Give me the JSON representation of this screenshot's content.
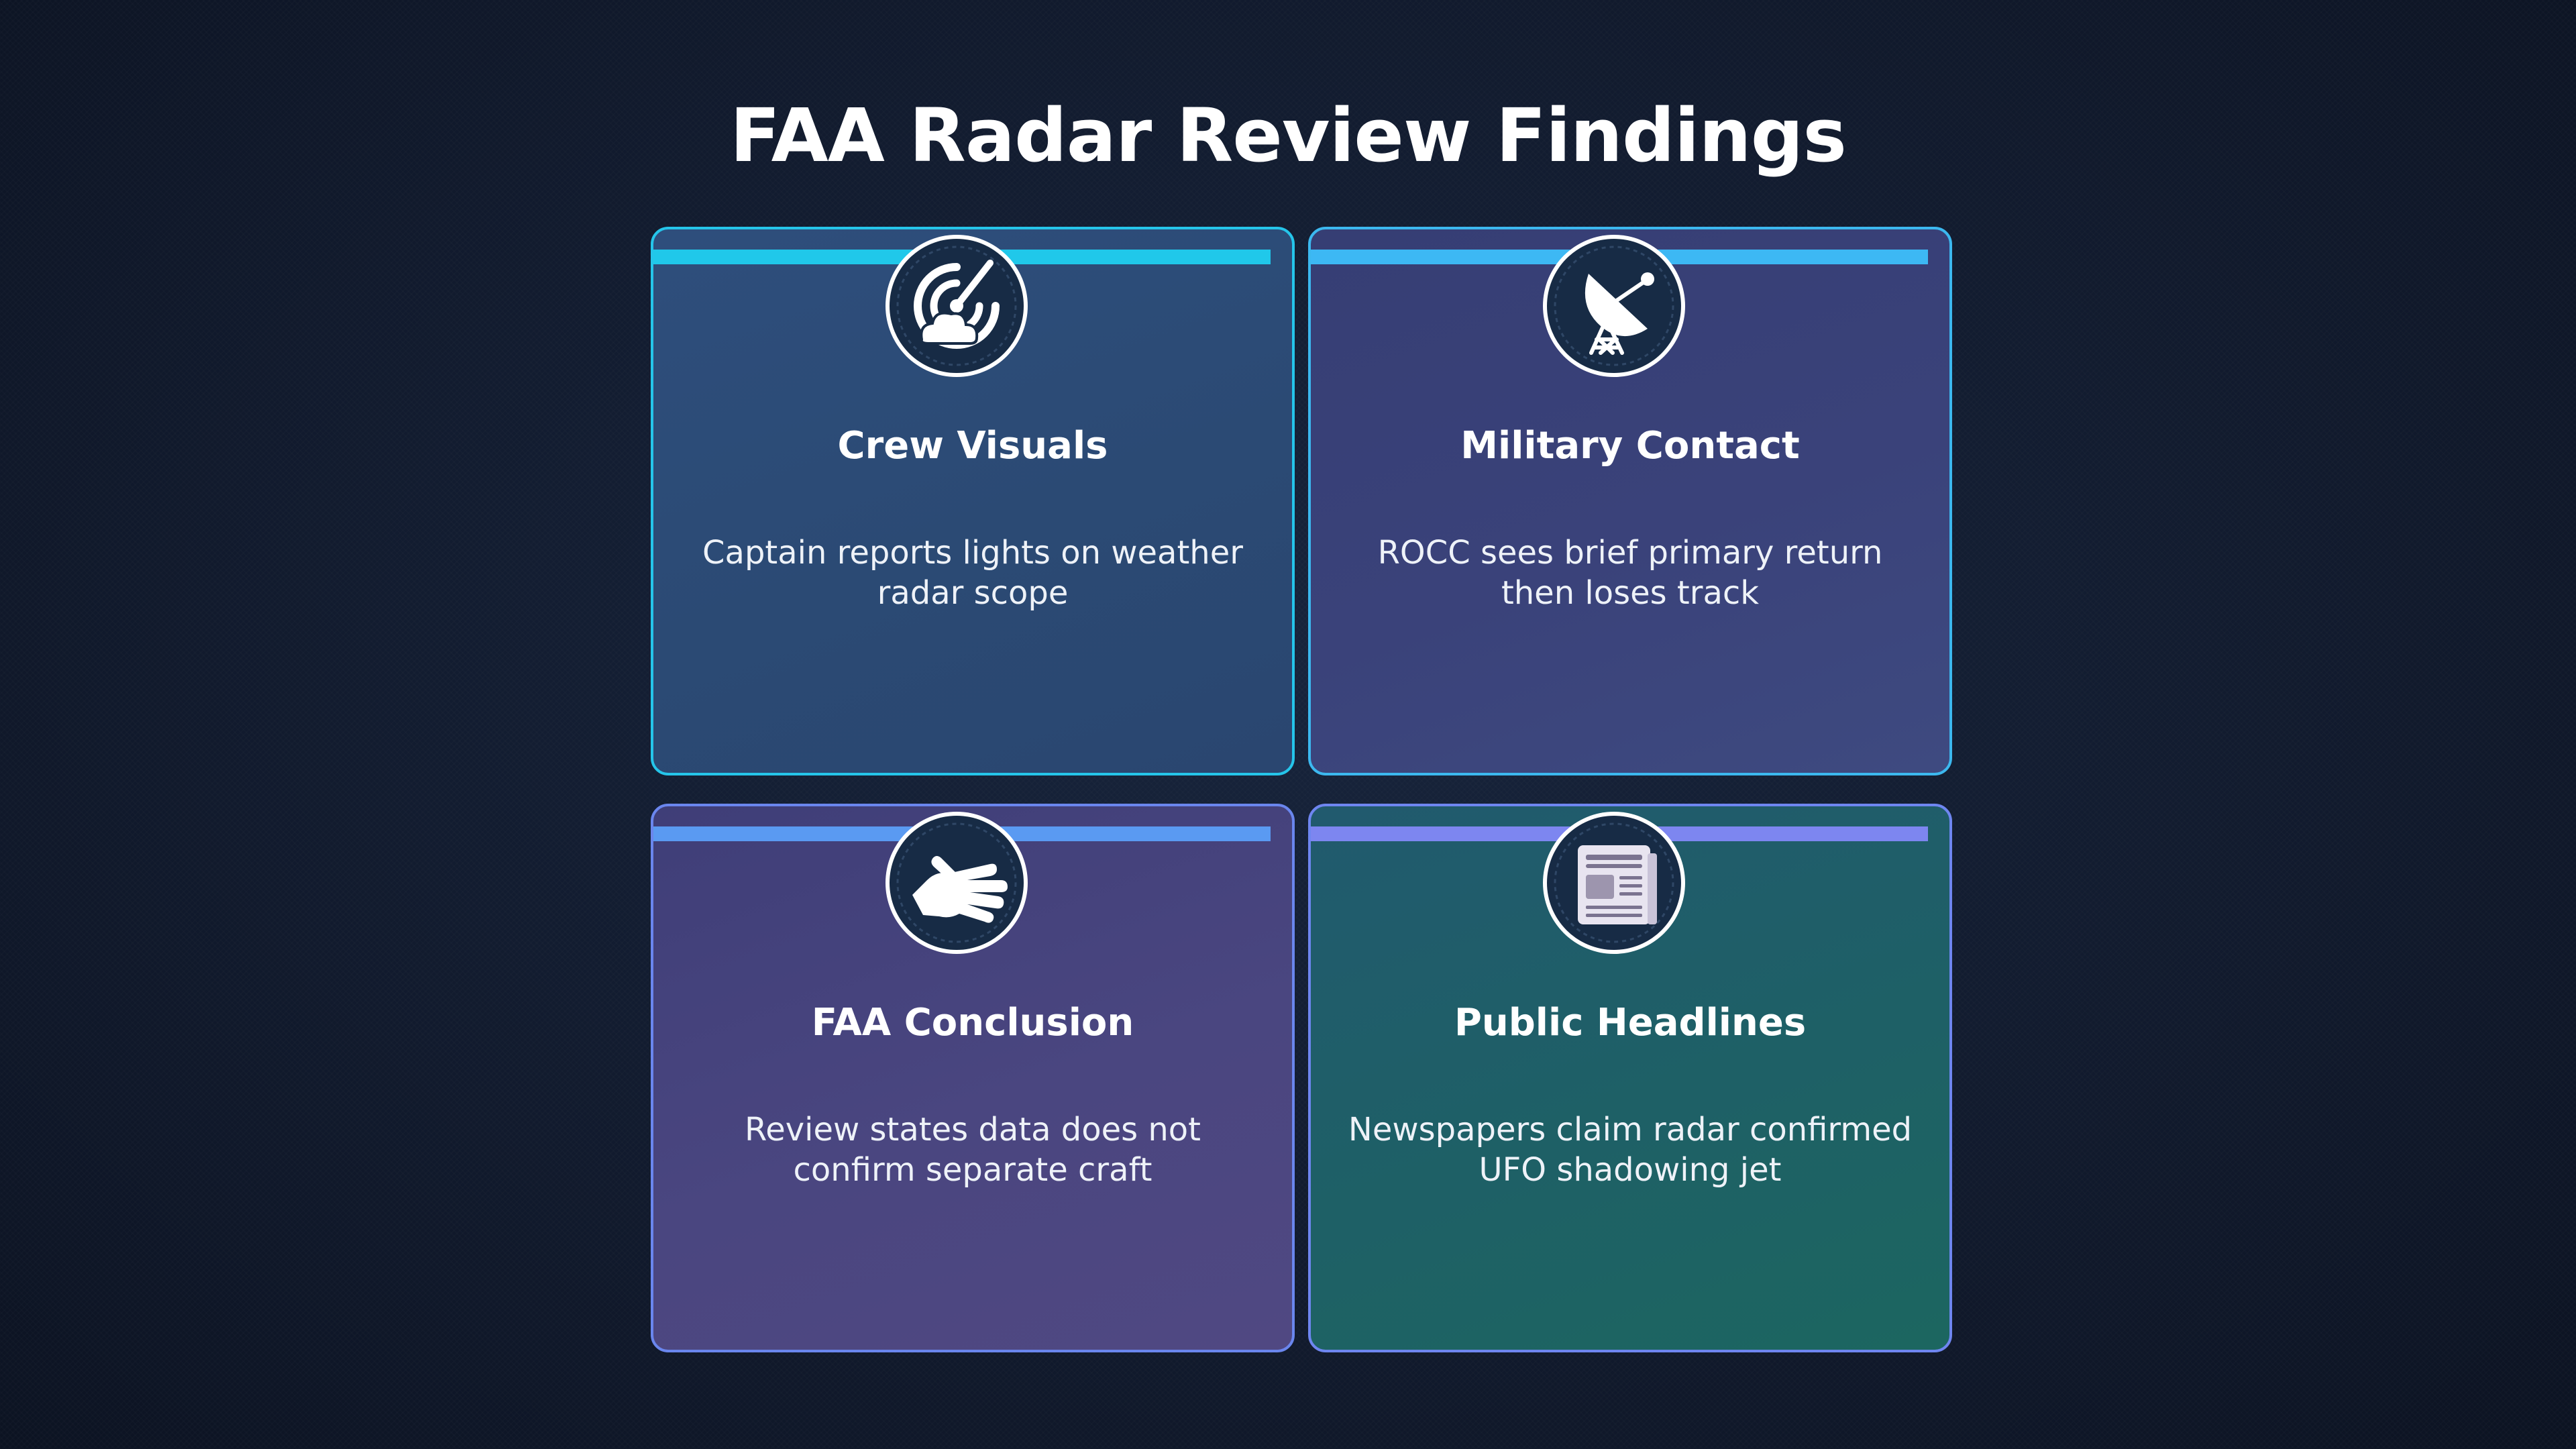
{
  "page": {
    "title": "FAA Radar Review Findings"
  },
  "cards": [
    {
      "title": "Crew Visuals",
      "description": "Captain reports lights on weather radar scope",
      "icon": "radar-weather-icon",
      "accent_color": "#20c8ea"
    },
    {
      "title": "Military Contact",
      "description": "ROCC sees brief primary return then loses track",
      "icon": "satellite-dish-icon",
      "accent_color": "#3db8f4"
    },
    {
      "title": "FAA Conclusion",
      "description": "Review states data does not confirm separate craft",
      "icon": "hand-stop-icon",
      "accent_color": "#5a9af2"
    },
    {
      "title": "Public Headlines",
      "description": "Newspapers claim radar confirmed UFO shadowing jet",
      "icon": "newspaper-icon",
      "accent_color": "#7d86f0"
    }
  ]
}
